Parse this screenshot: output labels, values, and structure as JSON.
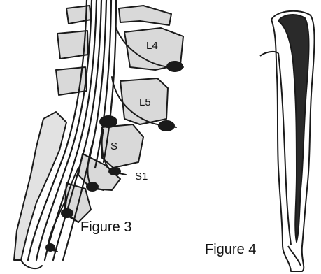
{
  "labels": {
    "l4": "L4",
    "l5": "L5",
    "s": "S",
    "s1": "S1"
  },
  "captions": {
    "figure3": "Figure 3",
    "figure4": "Figure 4"
  },
  "colors": {
    "line": "#1a1a1a",
    "bone_fill": "#d9d9d9",
    "shade": "#2a2a2a",
    "background": "#ffffff"
  }
}
